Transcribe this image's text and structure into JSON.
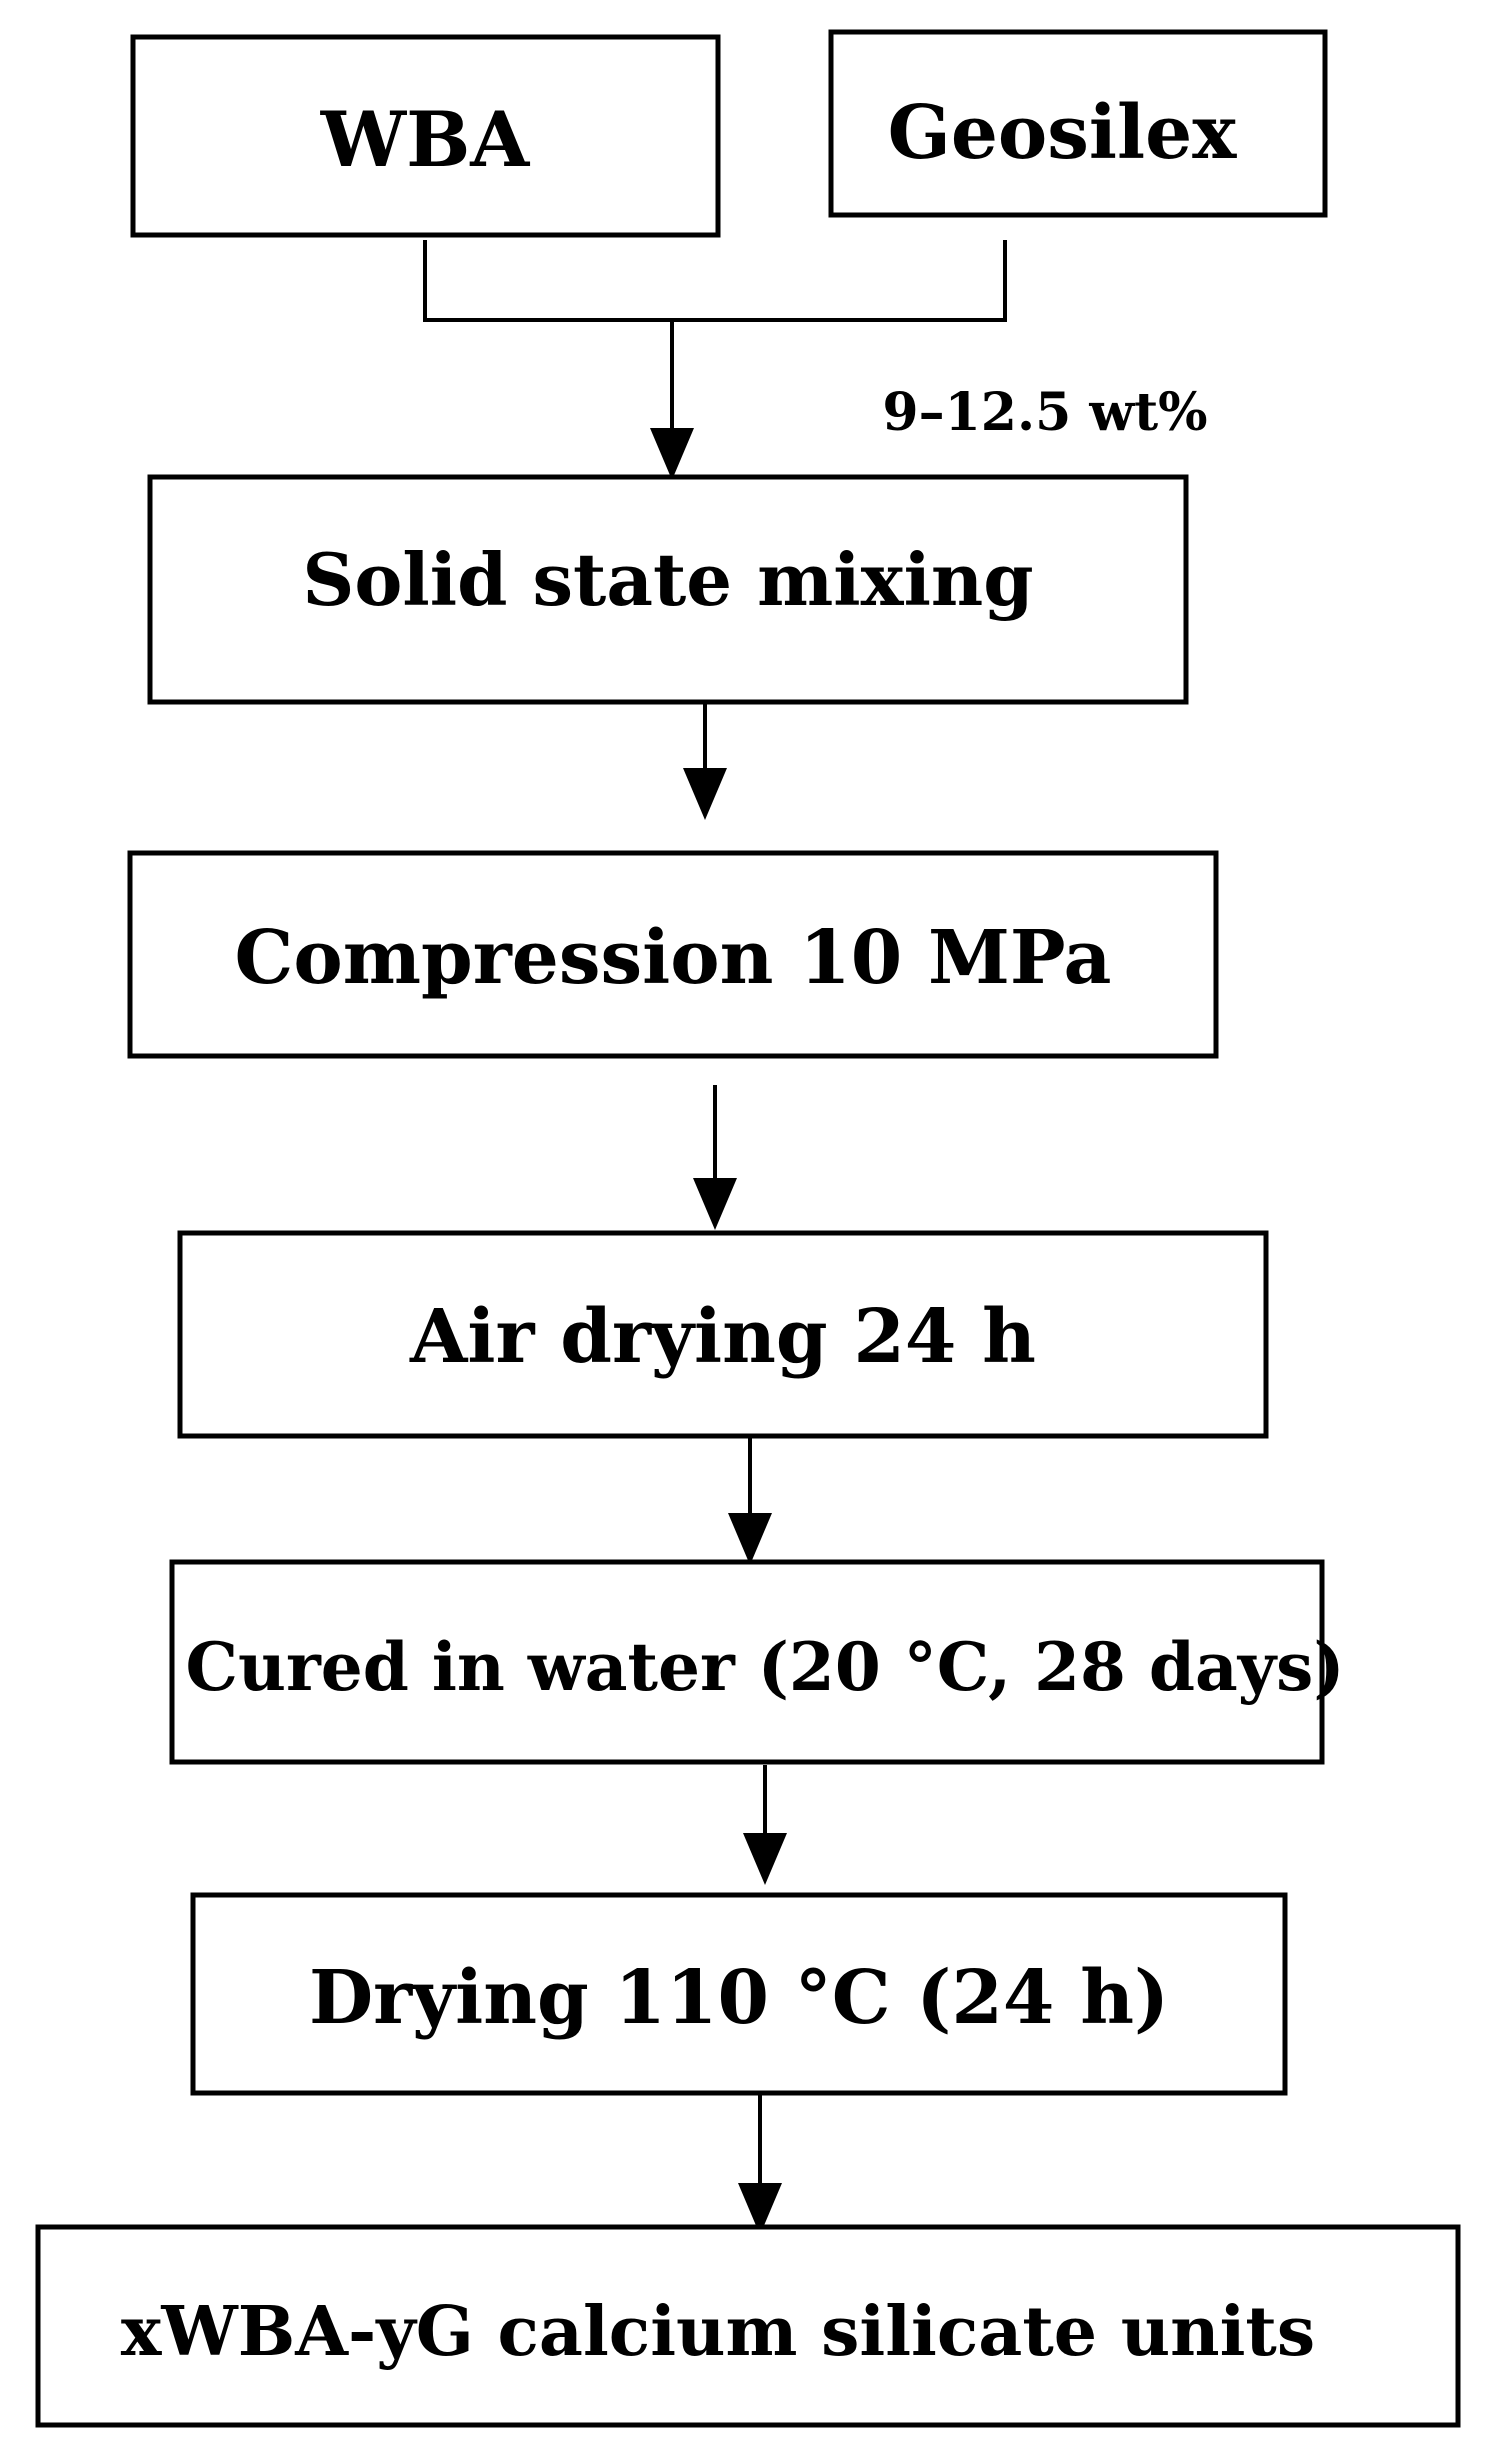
{
  "diagram": {
    "nodes": {
      "wba": "WBA",
      "geosilex": "Geosilex",
      "mixing": "Solid state mixing",
      "compression": "Compression 10 MPa",
      "air_drying": "Air drying 24 h",
      "curing": "Cured in water (20 °C, 28 days)",
      "drying": "Drying 110 °C (24 h)",
      "product": "xWBA-yG calcium silicate units"
    },
    "edge_label": "9–12.5 wt%",
    "colors": {
      "stroke": "#000000",
      "background": "#ffffff"
    }
  }
}
